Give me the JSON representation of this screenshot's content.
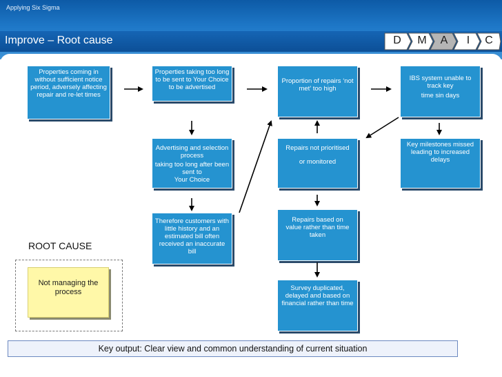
{
  "header": {
    "subtitle": "Applying Six Sigma",
    "title": "Improve – Root cause",
    "dmaic": [
      "D",
      "M",
      "A",
      "I",
      "C"
    ]
  },
  "boxes": {
    "properties_coming": "Properties coming in without sufficient notice period, adversely affecting repair and re-let times",
    "properties_taking": "Properties taking too long to be sent to Your Choice to be advertised",
    "proportion_repairs": "Proportion of repairs ‘not met’ too high",
    "ibs_line1": "IBS system unable to track key",
    "ibs_line2": "time sin days",
    "advertising_line1": "Advertising and selection process",
    "advertising_line2": "taking too long  after been sent to",
    "advertising_line3": "Your Choice",
    "repairs_not_line1": "Repairs not prioritised",
    "repairs_not_line2": "or monitored",
    "key_milestones": "Key milestones missed leading to increased delays",
    "therefore_customers": "Therefore customers with little history and an estimated bill often received an inaccurate bill",
    "repairs_based": "Repairs based on value rather than time taken",
    "survey_duplicated": "Survey duplicated, delayed and based on financial rather than time"
  },
  "root_cause": {
    "label": "ROOT CAUSE",
    "box": "Not managing the process"
  },
  "footer": {
    "key_output": "Key output: Clear view and common understanding of current situation"
  }
}
